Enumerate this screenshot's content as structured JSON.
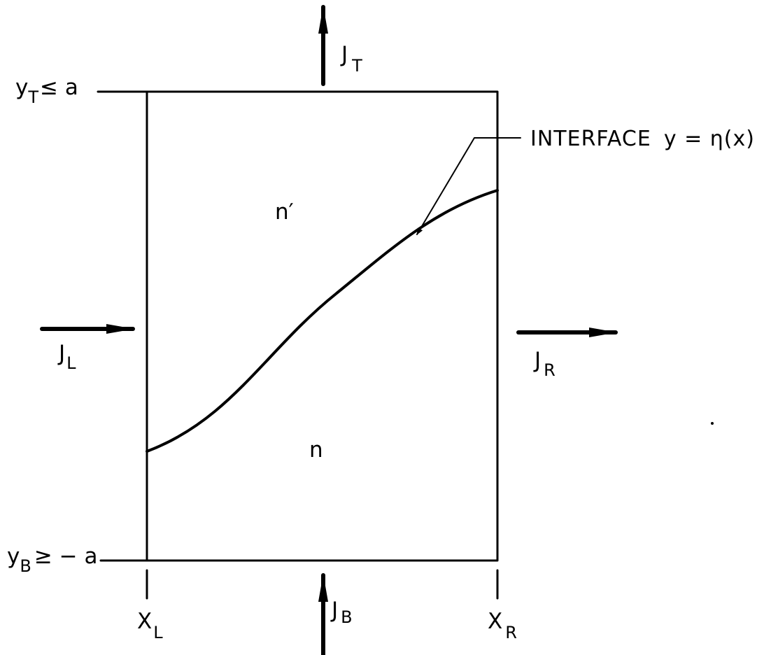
{
  "regions": {
    "upper": {
      "label": "n",
      "mark": "′"
    },
    "lower": {
      "label": "n"
    }
  },
  "fluxes": {
    "top": {
      "base": "J",
      "sub": "T"
    },
    "bottom": {
      "base": "J",
      "sub": "B"
    },
    "left": {
      "base": "J",
      "sub": "L"
    },
    "right": {
      "base": "J",
      "sub": "R"
    }
  },
  "bounds": {
    "top": {
      "base": "y",
      "sub": "T",
      "relation": "≤ a"
    },
    "bottom": {
      "base": "y",
      "sub": "B",
      "relation": "≥ − a"
    },
    "left": {
      "base": "X",
      "sub": "L"
    },
    "right": {
      "base": "X",
      "sub": "R"
    }
  },
  "interface": {
    "word": "INTERFACE",
    "equation": "y = η(x)"
  },
  "colors": {
    "ink": "#000000",
    "background": "#ffffff"
  }
}
